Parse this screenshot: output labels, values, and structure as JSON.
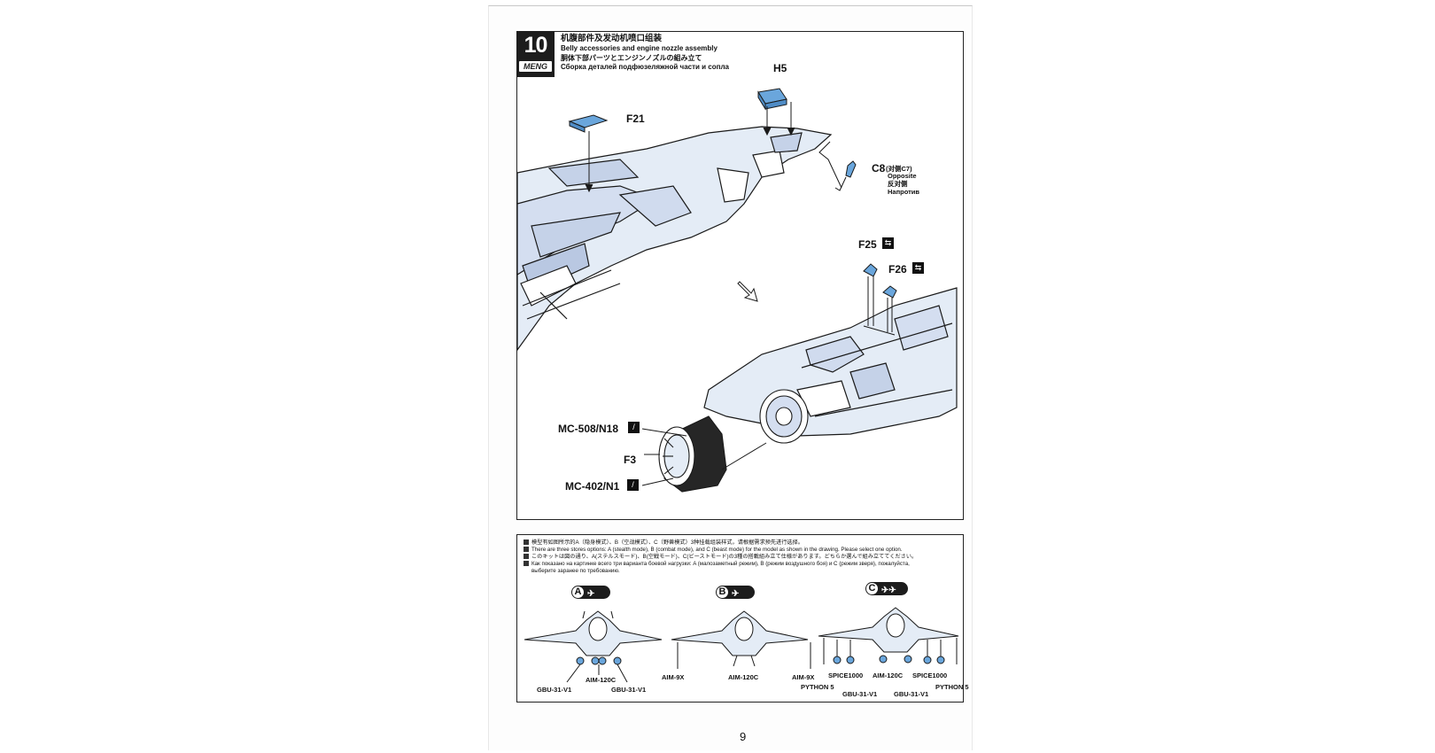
{
  "step": {
    "number": "10",
    "brand": "MENG",
    "titles": [
      "机腹部件及发动机喷口组装",
      "Belly accessories and engine nozzle assembly",
      "胴体下部パーツとエンジンノズルの組み立て",
      "Сборка деталей подфюзеляжной части и сопла"
    ]
  },
  "parts": {
    "h5": "H5",
    "f21": "F21",
    "c8": "C8",
    "c8_note": "(对侧C7)",
    "opposite": [
      "Opposite",
      "反对侧",
      "Напротив"
    ],
    "f25": "F25",
    "f26": "F26",
    "mc508": "MC-508/N18",
    "f3": "F3",
    "mc402": "MC-402/N1"
  },
  "notes": [
    "模型有如图所示的A（隐身模式）、B（空战模式）、C（野兽模式）3种挂载组装样式，请根据需求预先进行选择。",
    "There are three stores options: A (stealth mode), B (combat mode), and C (beast mode) for the model as shown in the drawing. Please select one option.",
    "このキットは図の通り、A(ステルスモード)、B(空戦モード)、C(ビーストモード)の3種の搭載組み立て仕様があります。どちらか選んで組み立ててください。",
    "Как показано на картинке всего три варианта боевой нагрузки: A (малозаметный режим), B (режим воздушного боя) и C (режим зверя), пожалуйста,",
    "выберите заранее по требованию."
  ],
  "options": [
    {
      "letter": "A",
      "labels": [
        "AIM-120C",
        "GBU-31-V1",
        "GBU-31-V1"
      ]
    },
    {
      "letter": "B",
      "labels": [
        "AIM-9X",
        "AIM-120C",
        "AIM-9X"
      ]
    },
    {
      "letter": "C",
      "labels": [
        "SPICE1000",
        "AIM-120C",
        "SPICE1000",
        "PYTHON 5",
        "GBU-31-V1",
        "GBU-31-V1",
        "PYTHON 5"
      ]
    }
  ],
  "page_number": "9",
  "colors": {
    "part_blue": "#6aa6dc",
    "aircraft_fill": "#e4ecf6",
    "outline": "#1a1a1a",
    "badge_bg": "#1d1d1d"
  }
}
